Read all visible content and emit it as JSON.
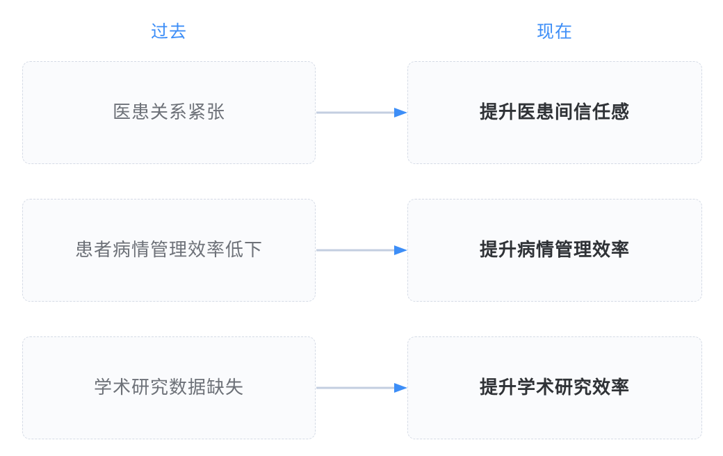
{
  "diagram": {
    "type": "before-after-comparison",
    "columns": [
      {
        "key": "past",
        "label": "过去"
      },
      {
        "key": "now",
        "label": "现在"
      }
    ],
    "colors": {
      "header_text": "#3d8ef7",
      "arrow_line": "#c3cee0",
      "arrow_head": "#3d8ef7",
      "card_background": "#fafbfd",
      "card_border": "#d4dae5",
      "past_text": "#6d7178",
      "now_text": "#2f3236"
    },
    "rows": [
      {
        "past": "医患关系紧张",
        "now": "提升医患间信任感",
        "connector": "arrow-right-icon"
      },
      {
        "past": "患者病情管理效率低下",
        "now": "提升病情管理效率",
        "connector": "arrow-right-icon"
      },
      {
        "past": "学术研究数据缺失",
        "now": "提升学术研究效率",
        "connector": "arrow-right-icon"
      }
    ]
  }
}
